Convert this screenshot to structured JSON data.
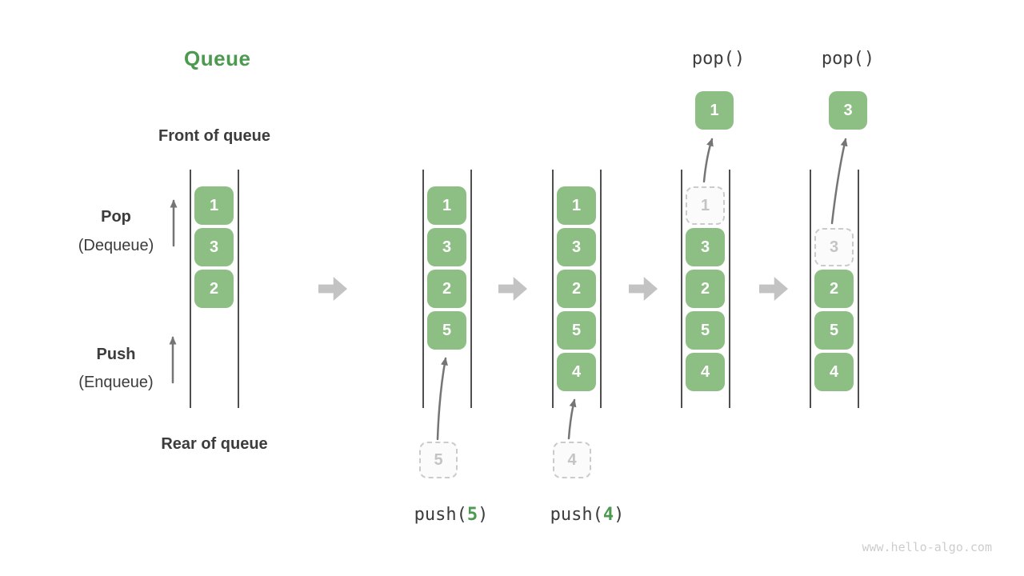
{
  "title": "Queue",
  "labels": {
    "front": "Front of queue",
    "rear": "Rear of queue",
    "pop_action": "Pop",
    "pop_action_sub": "(Dequeue)",
    "push_action": "Push",
    "push_action_sub": "(Enqueue)"
  },
  "states": [
    {
      "cells": [
        {
          "v": "1",
          "kind": "solid"
        },
        {
          "v": "3",
          "kind": "solid"
        },
        {
          "v": "2",
          "kind": "solid"
        }
      ]
    },
    {
      "cells": [
        {
          "v": "1",
          "kind": "solid"
        },
        {
          "v": "3",
          "kind": "solid"
        },
        {
          "v": "2",
          "kind": "solid"
        },
        {
          "v": "5",
          "kind": "solid"
        }
      ],
      "op": {
        "pre": "push(",
        "arg": "5",
        "post": ")",
        "source": "5"
      }
    },
    {
      "cells": [
        {
          "v": "1",
          "kind": "solid"
        },
        {
          "v": "3",
          "kind": "solid"
        },
        {
          "v": "2",
          "kind": "solid"
        },
        {
          "v": "5",
          "kind": "solid"
        },
        {
          "v": "4",
          "kind": "solid"
        }
      ],
      "op": {
        "pre": "push(",
        "arg": "4",
        "post": ")",
        "source": "4"
      }
    },
    {
      "cells": [
        {
          "v": "1",
          "kind": "ghost"
        },
        {
          "v": "3",
          "kind": "solid"
        },
        {
          "v": "2",
          "kind": "solid"
        },
        {
          "v": "5",
          "kind": "solid"
        },
        {
          "v": "4",
          "kind": "solid"
        }
      ],
      "op": {
        "label": "pop()",
        "result": "1"
      }
    },
    {
      "cells": [
        {
          "v": "3",
          "kind": "ghost"
        },
        {
          "v": "2",
          "kind": "solid"
        },
        {
          "v": "5",
          "kind": "solid"
        },
        {
          "v": "4",
          "kind": "solid"
        }
      ],
      "op": {
        "label": "pop()",
        "result": "3"
      }
    }
  ],
  "watermark": "www.hello-algo.com",
  "colors": {
    "green-box": "#8dbe83",
    "green-accent": "#4c9a50",
    "text-dark": "#3c3c3c",
    "rail": "#4f4f4f",
    "arrow": "#757575",
    "block-arrow": "#c3c3c3",
    "ghost-border": "#cbcbcb",
    "ghost-bg": "#fbfbfb",
    "ghost-text": "#c4c4c4",
    "watermark": "#cdcdcd"
  }
}
